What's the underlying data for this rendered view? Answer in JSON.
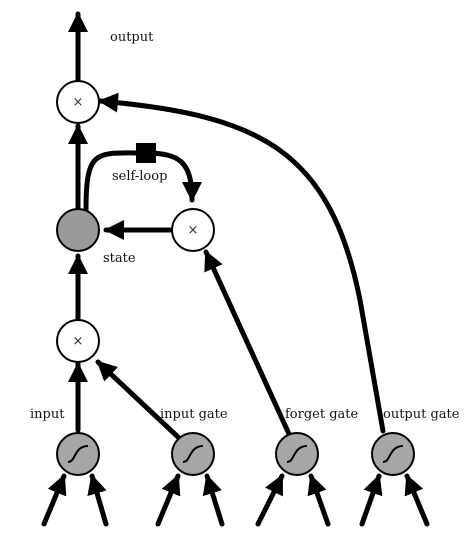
{
  "labels": {
    "output": "output",
    "self_loop": "self-loop",
    "state": "state",
    "input": "input",
    "input_gate": "input gate",
    "forget_gate": "forget gate",
    "output_gate": "output gate"
  },
  "multiply_symbol": "×",
  "icons": {
    "gate_unit": "sigmoid-icon",
    "delay": "delay-square-icon"
  },
  "colors": {
    "stroke": "#000000",
    "gate_fill": "#a6a6a6",
    "state_fill": "#999999",
    "product_fill": "#ffffff"
  }
}
